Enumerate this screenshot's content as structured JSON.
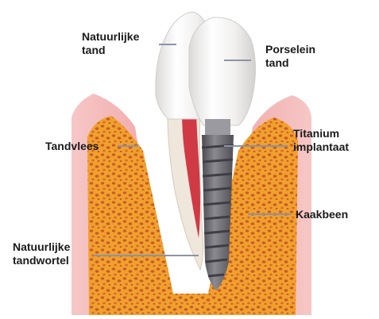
{
  "labels": {
    "natural_tooth": [
      "Natuurlijke",
      "tand"
    ],
    "porcelain_tooth": [
      "Porselein",
      "tand"
    ],
    "gum": [
      "Tandvlees"
    ],
    "titanium_implant": [
      "Titanium",
      "implantaat"
    ],
    "jawbone": [
      "Kaakbeen"
    ],
    "natural_root": [
      "Natuurlijke",
      "tandwortel"
    ]
  },
  "colors": {
    "gum": "#ee9a9c",
    "bone_fill": "#f0a12c",
    "bone_cells": "#c85a2c",
    "enamel": "#f2f1ef",
    "pulp": "#cf3a45",
    "implant": "#6d6d72",
    "leader_line": "#8a94a6"
  }
}
